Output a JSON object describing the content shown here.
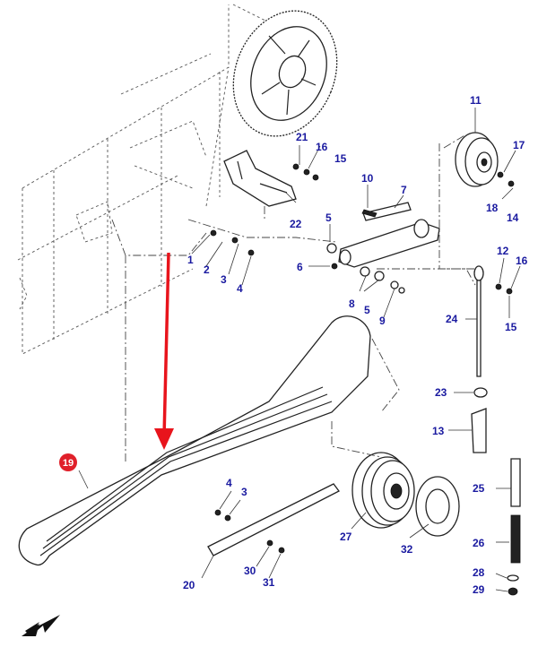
{
  "diagram": {
    "callouts": [
      {
        "id": "c1",
        "text": "1"
      },
      {
        "id": "c2",
        "text": "2"
      },
      {
        "id": "c3",
        "text": "3"
      },
      {
        "id": "c4",
        "text": "4"
      },
      {
        "id": "c5",
        "text": "5"
      },
      {
        "id": "c6",
        "text": "6"
      },
      {
        "id": "c7",
        "text": "7"
      },
      {
        "id": "c8",
        "text": "8"
      },
      {
        "id": "c9",
        "text": "9"
      },
      {
        "id": "c10",
        "text": "10"
      },
      {
        "id": "c11",
        "text": "11"
      },
      {
        "id": "c12",
        "text": "12"
      },
      {
        "id": "c13",
        "text": "13"
      },
      {
        "id": "c14",
        "text": "14"
      },
      {
        "id": "c15a",
        "text": "15"
      },
      {
        "id": "c15b",
        "text": "15"
      },
      {
        "id": "c16a",
        "text": "16"
      },
      {
        "id": "c16b",
        "text": "16"
      },
      {
        "id": "c17",
        "text": "17"
      },
      {
        "id": "c18",
        "text": "18"
      },
      {
        "id": "c20",
        "text": "20"
      },
      {
        "id": "c21",
        "text": "21"
      },
      {
        "id": "c22",
        "text": "22"
      },
      {
        "id": "c23",
        "text": "23"
      },
      {
        "id": "c24",
        "text": "24"
      },
      {
        "id": "c25",
        "text": "25"
      },
      {
        "id": "c26",
        "text": "26"
      },
      {
        "id": "c27",
        "text": "27"
      },
      {
        "id": "c28",
        "text": "28"
      },
      {
        "id": "c29",
        "text": "29"
      },
      {
        "id": "c30",
        "text": "30"
      },
      {
        "id": "c31",
        "text": "31"
      },
      {
        "id": "c32",
        "text": "32"
      },
      {
        "id": "c3b",
        "text": "3"
      },
      {
        "id": "c4b",
        "text": "4"
      },
      {
        "id": "c5b",
        "text": "5"
      }
    ],
    "highlighted_part": {
      "text": "19",
      "color": "#e0202a"
    },
    "arrow_color": "#e8141c",
    "label_color": "#1a1aa0"
  }
}
